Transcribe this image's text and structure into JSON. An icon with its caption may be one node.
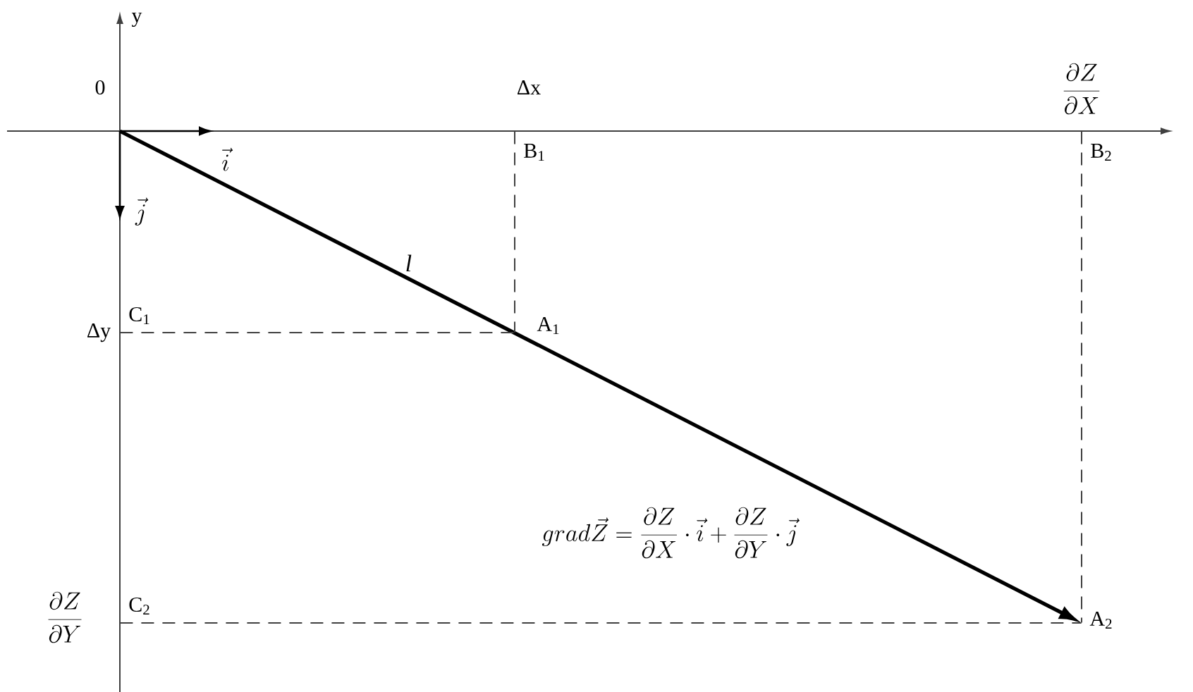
{
  "diagram": {
    "nodes": [
      {
        "text": [
          "0"
        ]
      },
      {
        "text": [
          "B$_{1}$"
        ]
      },
      {
        "text": [
          "A$_{1}$"
        ]
      },
      {
        "text": [
          "C$_{1}$"
        ]
      },
      {
        "text": [
          "B$_{2}$"
        ]
      },
      {
        "text": [
          "A$_{2}$"
        ]
      },
      {
        "text": [
          "C$_{2}$"
        ]
      }
    ],
    "edges": [
      {
        "from": 0,
        "to": 5,
        "arrow": "to",
        "style": "thick",
        "label": "l"
      },
      {
        "from": 1,
        "to": 2,
        "arrow": "none",
        "style": "dashed"
      },
      {
        "from": 3,
        "to": 2,
        "arrow": "none",
        "style": "dashed"
      },
      {
        "from": 4,
        "to": 5,
        "arrow": "none",
        "style": "dashed"
      },
      {
        "from": 6,
        "to": 5,
        "arrow": "none",
        "style": "dashed"
      }
    ],
    "labels": [
      "y",
      "Δx",
      "\\frac{\\partial Z}{\\partial X}",
      "\\vec{i}",
      "\\vec{j}",
      "Δy",
      "grad\\vec{Z} = \\frac{\\partial Z}{\\partial X}\\cdot\\vec{i} + \\frac{\\partial Z}{\\partial Y}\\cdot\\vec{j}",
      "\\frac{\\partial Z}{\\partial Y}"
    ]
  }
}
